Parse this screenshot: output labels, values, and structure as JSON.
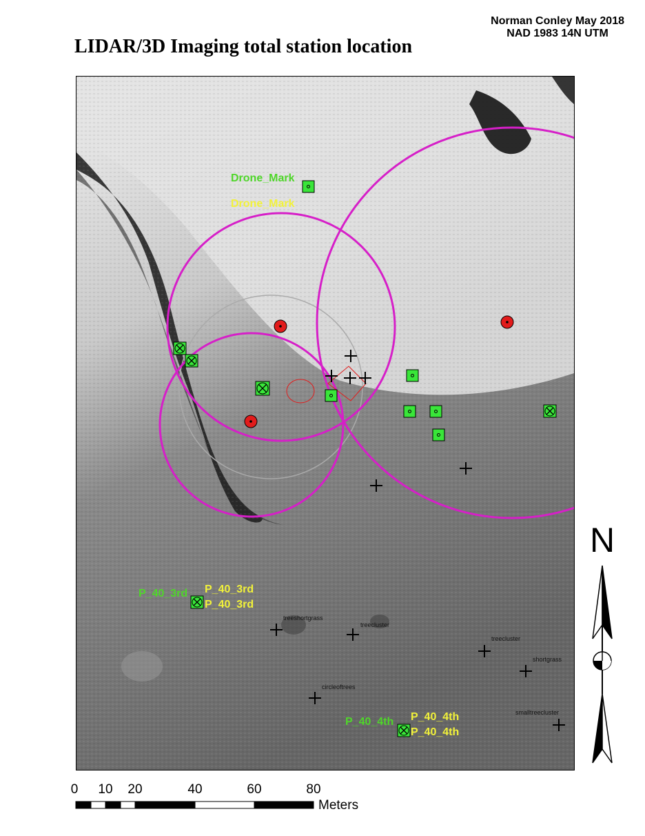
{
  "title": "LIDAR/3D Imaging total station location",
  "credit": {
    "author_date": "Norman Conley May 2018",
    "projection": "NAD 1983 14N UTM"
  },
  "colors": {
    "magenta_circle": "#d61fc8",
    "green_marker": "#39e639",
    "red_marker": "#e21b1b",
    "label_green": "#4fd62a",
    "label_yellow": "#f2f23a",
    "ground_dark": "#5f5f5f",
    "ground_light": "#e8e8e8"
  },
  "labels": {
    "drone_mark_green": "Drone_Mark",
    "drone_mark_yellow": "Drone_Mark",
    "p40_3rd_green": "P_40_3rd",
    "p40_3rd_yellow_a": "P_40_3rd",
    "p40_3rd_yellow_b": "P_40_3rd",
    "p40_4th_green": "P_40_4th",
    "p40_4th_yellow_a": "P_40_4th",
    "p40_4th_yellow_b": "P_40_4th"
  },
  "feature_labels": {
    "treeshortgrass": "treeshortgrass",
    "treecluster_a": "treecluster",
    "treecluster_b": "treecluster",
    "shortgrass": "shortgrass",
    "circleoftrees": "circleoftrees",
    "smalltreecluster": "smalltreecluster"
  },
  "north_arrow": {
    "letter": "N"
  },
  "scale": {
    "ticks": [
      "0",
      "10",
      "20",
      "40",
      "60",
      "80"
    ],
    "unit": "Meters"
  }
}
